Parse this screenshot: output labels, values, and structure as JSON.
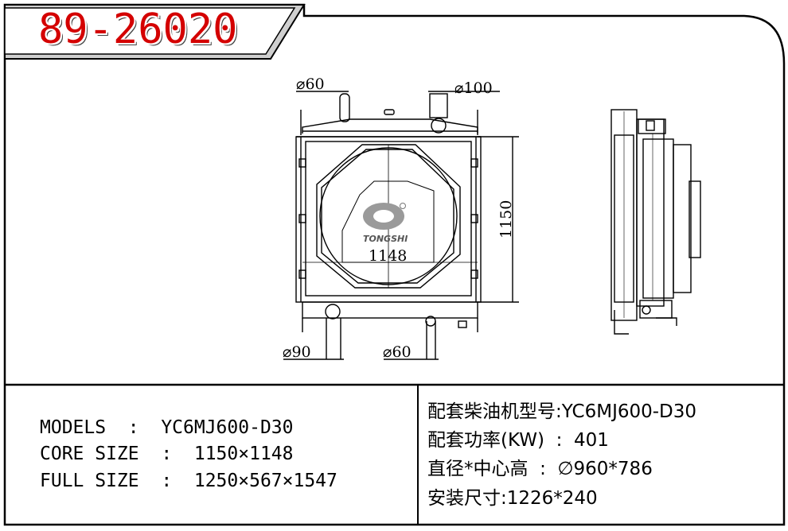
{
  "part_code": "89-26020",
  "drawing": {
    "dim_top_left": "⌀60",
    "dim_top_right": "⌀100",
    "dim_bottom_left": "⌀90",
    "dim_bottom_right": "⌀60",
    "dim_height": "1150",
    "dim_width": "1148",
    "brand": "TONGSHI"
  },
  "specs_left": {
    "models": "MODELS  :  YC6MJ600-D30",
    "core_size": "CORE SIZE  :  1150×1148",
    "full_size": "FULL SIZE  :  1250×567×1547"
  },
  "specs_right": {
    "engine_model": "配套柴油机型号:YC6MJ600-D30",
    "power": "配套功率(KW)  :  401",
    "diameter_center": "直径*中心高  :  ∅960*786",
    "install_size": "安装尺寸:1226*240"
  }
}
